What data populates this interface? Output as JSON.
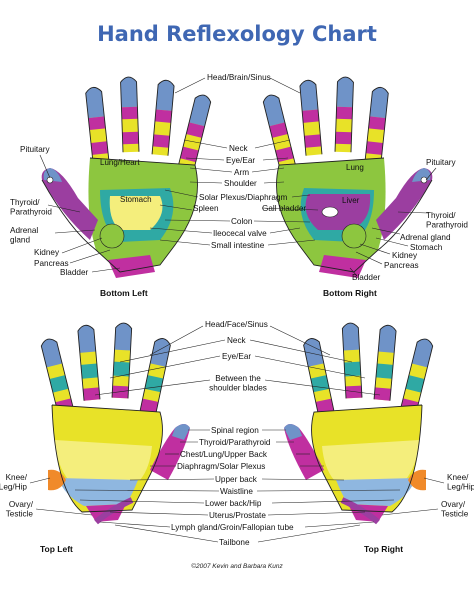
{
  "title": "Hand Reflexology Chart",
  "top_section": {
    "center_labels": {
      "head_brain_sinus": "Head/Brain/Sinus",
      "neck": "Neck",
      "eye_ear": "Eye/Ear",
      "arm": "Arm",
      "shoulder": "Shoulder",
      "solar_plexus": "Solar Plexus/Diaphragm",
      "gall_bladder": "Gall bladder",
      "spleen": "Spleen",
      "colon": "Colon",
      "ileocecal_valve": "Ileocecal valve",
      "small_intestine": "Small intestine"
    },
    "left_hand": {
      "caption": "Bottom Left",
      "labels": {
        "pituitary": "Pituitary",
        "thyroid": "Thyroid/\nParathyroid",
        "adrenal": "Adrenal\ngland",
        "kidney": "Kidney",
        "pancreas": "Pancreas",
        "bladder": "Bladder"
      },
      "zones": {
        "lung_heart": "Lung/Heart",
        "stomach": "Stomach"
      }
    },
    "right_hand": {
      "caption": "Bottom Right",
      "labels": {
        "pituitary": "Pituitary",
        "thyroid": "Thyroid/\nParathyroid",
        "adrenal": "Adrenal gland",
        "stomach": "Stomach",
        "kidney": "Kidney",
        "pancreas": "Pancreas",
        "bladder": "Bladder"
      },
      "zones": {
        "lung": "Lung",
        "liver": "Liver"
      }
    }
  },
  "bottom_section": {
    "center_labels": {
      "head_face_sinus": "Head/Face/Sinus",
      "neck": "Neck",
      "eye_ear": "Eye/Ear",
      "between_shoulder_blades": "Between the\nshoulder blades",
      "spinal_region": "Spinal region",
      "thyroid": "Thyroid/Parathyroid",
      "chest_lung": "Chest/Lung/Upper Back",
      "diaphragm": "Diaphragm/Solar Plexus",
      "upper_back": "Upper back",
      "waistline": "Waistline",
      "lower_back": "Lower back/Hip",
      "uterus": "Uterus/Prostate",
      "lymph": "Lymph gland/Groin/Fallopian tube",
      "tailbone": "Tailbone"
    },
    "left_hand": {
      "caption": "Top Left",
      "labels": {
        "knee": "Knee/\nLeg/Hip",
        "ovary": "Ovary/\nTesticle"
      }
    },
    "right_hand": {
      "caption": "Top Right",
      "labels": {
        "knee": "Knee/\nLeg/Hip",
        "ovary": "Ovary/\nTesticle"
      }
    }
  },
  "copyright": "©2007 Kevin and Barbara Kunz",
  "colors": {
    "title": "#3f67b3",
    "head_zone": "#6f93c8",
    "neck_zone": "#c02fa0",
    "eye_zone": "#e8e228",
    "palm_green": "#8dc63f",
    "teal": "#2fa9a4",
    "pale_yellow": "#f4ee7c",
    "orange": "#f08a2a",
    "purple": "#9b3ea0",
    "light_blue": "#8fb7e0"
  }
}
